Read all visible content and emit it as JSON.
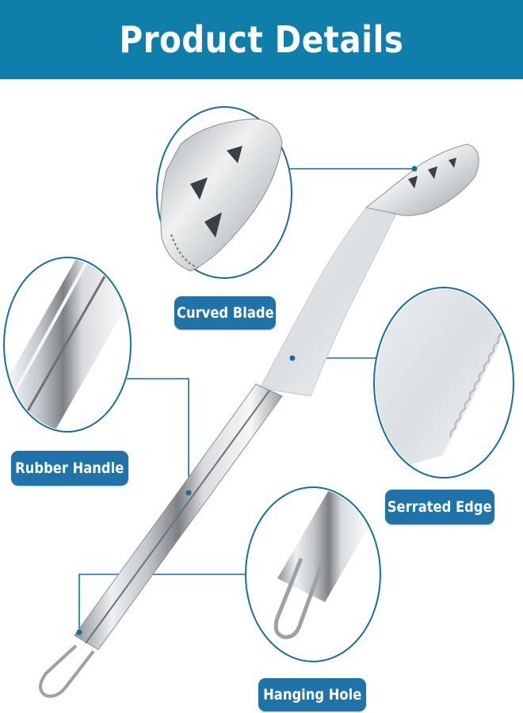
{
  "title": "Product Details",
  "labels": {
    "curved_blade": "Curved Blade",
    "rubber_handle": "Rubber Handle",
    "serrated_edge": "Serrated Edge",
    "hanging_hole": "Hanging Hole"
  },
  "colors": {
    "banner": "#107eab",
    "label_pill": "#1f73a8",
    "callout_line": "#1a6d96"
  }
}
